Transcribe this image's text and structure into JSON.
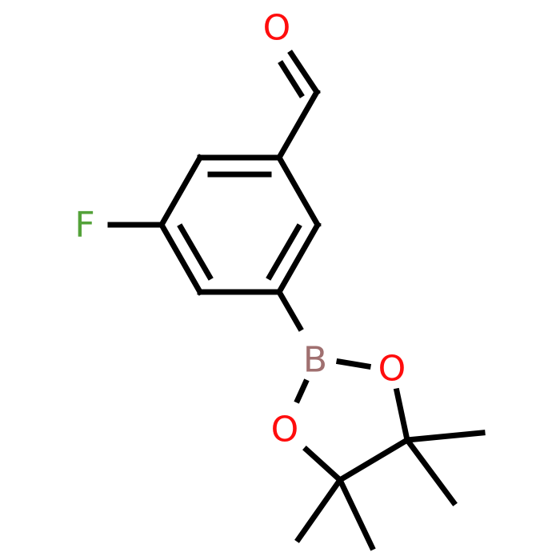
{
  "molecule": {
    "atoms": {
      "aldehyde_oxygen": {
        "symbol": "O",
        "color": "#ff0d0d"
      },
      "fluorine": {
        "symbol": "F",
        "color": "#54a23a"
      },
      "boron": {
        "symbol": "B",
        "color": "#a07070"
      },
      "ring_oxygen_right": {
        "symbol": "O",
        "color": "#ff0d0d"
      },
      "ring_oxygen_left": {
        "symbol": "O",
        "color": "#ff0d0d"
      }
    },
    "bond_color": "#000000"
  }
}
